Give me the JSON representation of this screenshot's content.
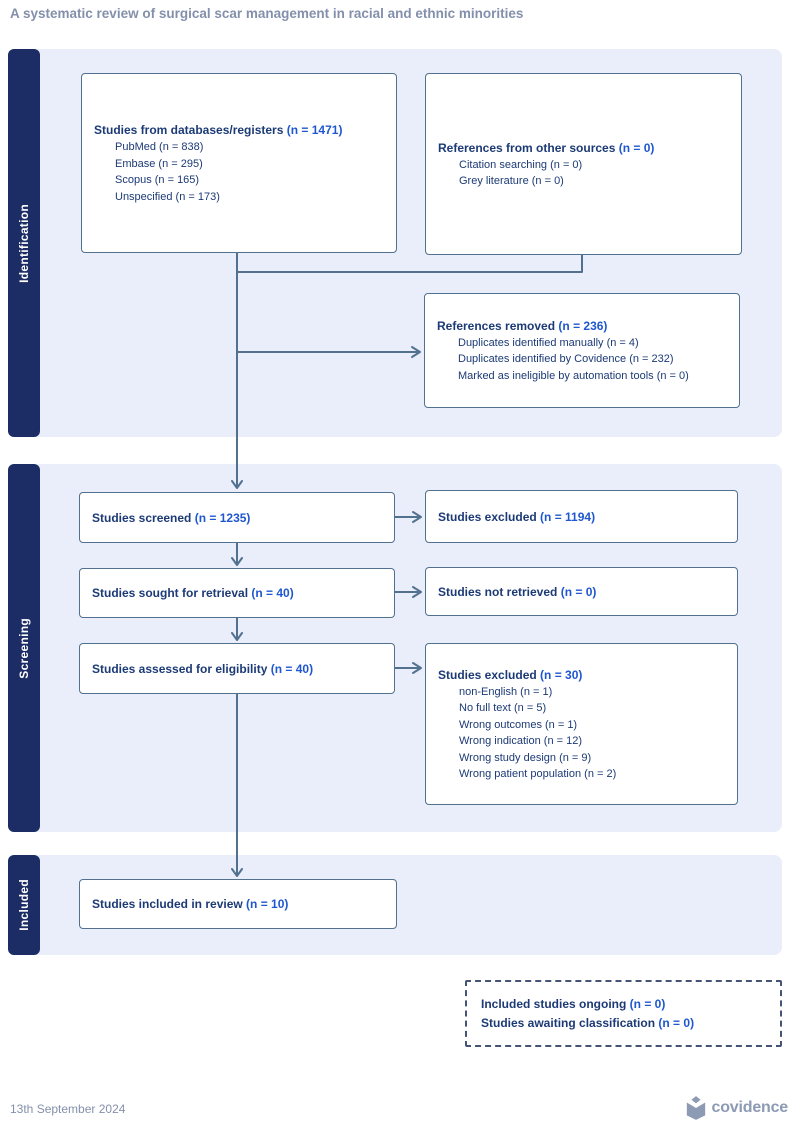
{
  "title": "A systematic review of surgical scar management in racial and ethnic minorities",
  "sections": {
    "identification": "Identification",
    "screening": "Screening",
    "included": "Included"
  },
  "boxes": {
    "databases": {
      "label": "Studies from databases/registers ",
      "n": "(n = 1471)",
      "subs": [
        "PubMed (n = 838)",
        "Embase (n = 295)",
        "Scopus (n = 165)",
        "Unspecified (n = 173)"
      ]
    },
    "other_sources": {
      "label": "References from other sources ",
      "n": "(n = 0)",
      "subs": [
        "Citation searching (n = 0)",
        "Grey literature (n = 0)"
      ]
    },
    "removed": {
      "label": "References removed ",
      "n": "(n = 236)",
      "subs": [
        "Duplicates identified manually (n = 4)",
        "Duplicates identified by Covidence (n = 232)",
        "Marked as ineligible by automation tools (n = 0)"
      ]
    },
    "screened": {
      "label": "Studies screened ",
      "n": "(n = 1235)"
    },
    "excluded_screen": {
      "label": "Studies excluded ",
      "n": "(n = 1194)"
    },
    "retrieval": {
      "label": "Studies sought for retrieval ",
      "n": "(n = 40)"
    },
    "not_retrieved": {
      "label": "Studies not retrieved ",
      "n": "(n = 0)"
    },
    "eligibility": {
      "label": "Studies assessed for eligibility ",
      "n": "(n = 40)"
    },
    "excluded_elig": {
      "label": "Studies excluded ",
      "n": "(n = 30)",
      "subs": [
        "non-English (n = 1)",
        "No full text (n = 5)",
        "Wrong outcomes (n = 1)",
        "Wrong indication (n = 12)",
        "Wrong study design (n = 9)",
        "Wrong patient population (n = 2)"
      ]
    },
    "included_review": {
      "label": "Studies included in review ",
      "n": "(n = 10)"
    },
    "ongoing": {
      "line1_label": "Included studies ongoing ",
      "line1_n": "(n = 0)",
      "line2_label": "Studies awaiting classification ",
      "line2_n": "(n = 0)"
    }
  },
  "footer": {
    "date": "13th September 2024",
    "brand": "covidence"
  },
  "colors": {
    "section_bar": "#1b2d64",
    "panel_bg": "#e9eefa",
    "box_border": "#51718f",
    "label_navy": "#1c3a75",
    "number_blue": "#1e57cf",
    "muted_gray": "#8490ab",
    "brand_gray": "#8c9ab4"
  }
}
